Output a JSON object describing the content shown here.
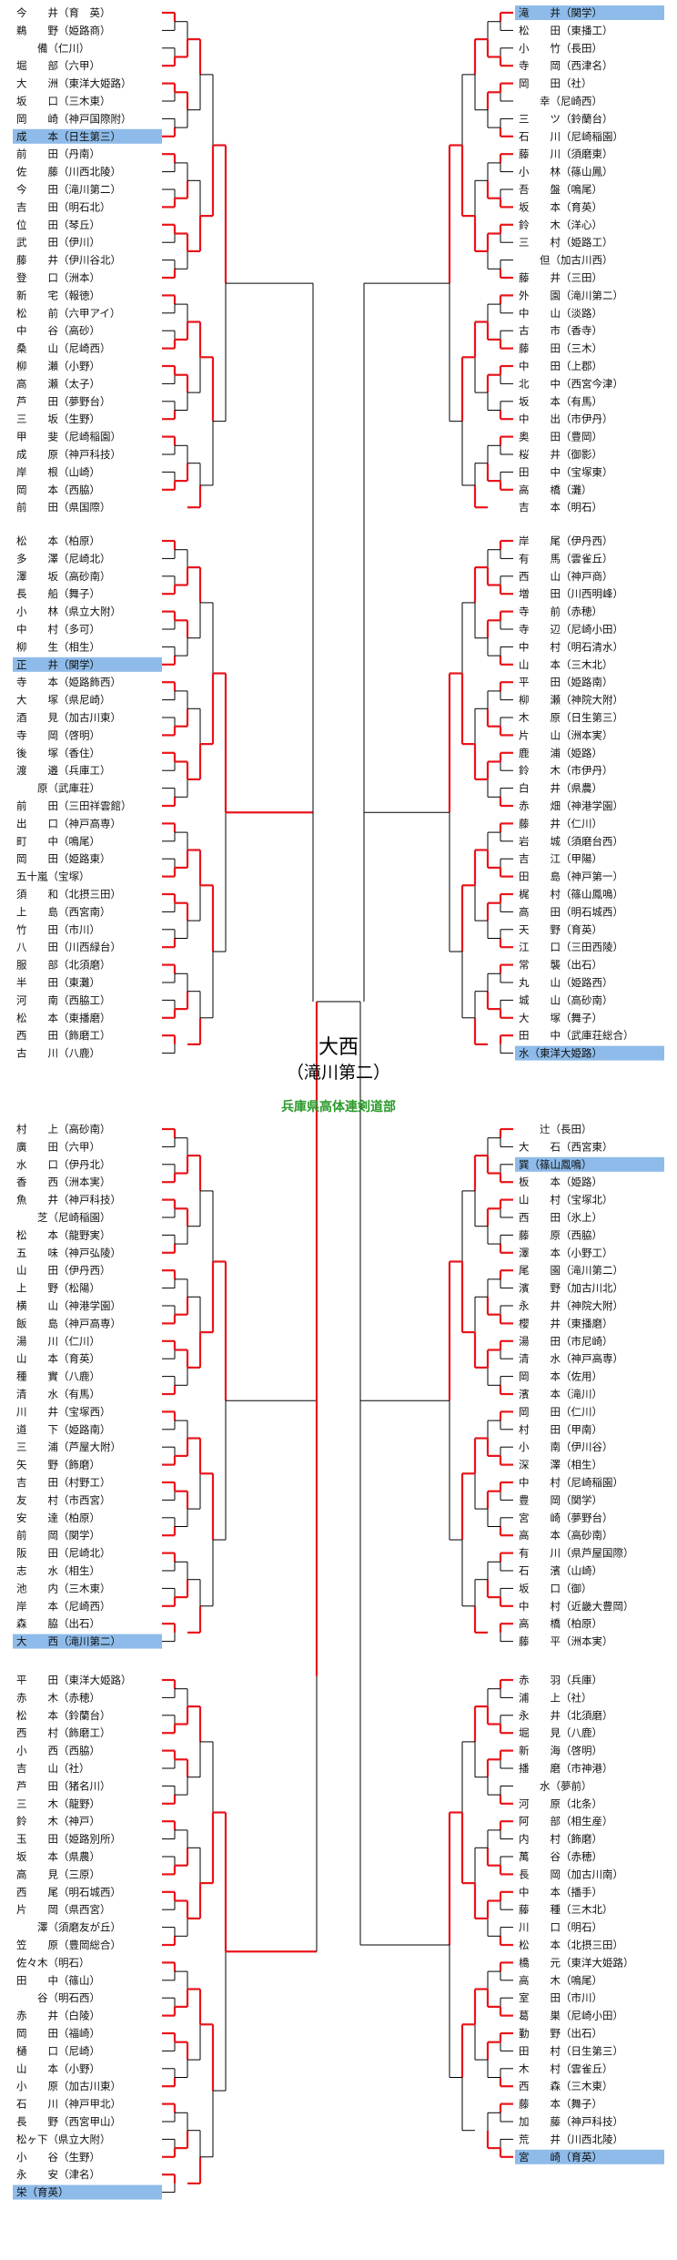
{
  "title": "個人戦トーナメント",
  "champion": {
    "name": "大西",
    "school": "（滝川第二）"
  },
  "organizer": "兵庫県高体連剣道部",
  "colors": {
    "winner_line": "#e8151b",
    "line": "#000000",
    "highlight": "#8ebbe9"
  },
  "left_blocks": [
    [
      {
        "name": "今　　井",
        "school": "育　英"
      },
      {
        "name": "鵜　　野",
        "school": "姫路商"
      },
      {
        "name": "　　備",
        "school": "仁川"
      },
      {
        "name": "堀　　部",
        "school": "六甲"
      },
      {
        "name": "大　　洲",
        "school": "東洋大姫路"
      },
      {
        "name": "坂　　口",
        "school": "三木東"
      },
      {
        "name": "岡　　崎",
        "school": "神戸国際附"
      },
      {
        "name": "成　　本",
        "school": "日生第三",
        "hl": true
      },
      {
        "name": "前　　田",
        "school": "丹南"
      },
      {
        "name": "佐　　藤",
        "school": "川西北陵"
      },
      {
        "name": "今　　田",
        "school": "滝川第二"
      },
      {
        "name": "吉　　田",
        "school": "明石北"
      },
      {
        "name": "位　　田",
        "school": "琴丘"
      },
      {
        "name": "武　　田",
        "school": "伊川"
      },
      {
        "name": "藤　　井",
        "school": "伊川谷北"
      },
      {
        "name": "登　　口",
        "school": "洲本"
      },
      {
        "name": "新　　宅",
        "school": "報徳"
      },
      {
        "name": "松　　前",
        "school": "六甲アイ"
      },
      {
        "name": "中　　谷",
        "school": "高砂"
      },
      {
        "name": "桑　　山",
        "school": "尼崎西"
      },
      {
        "name": "柳　　瀬",
        "school": "小野"
      },
      {
        "name": "高　　瀬",
        "school": "太子"
      },
      {
        "name": "芦　　田",
        "school": "夢野台"
      },
      {
        "name": "三　　坂",
        "school": "生野"
      },
      {
        "name": "甲　　斐",
        "school": "尼崎稲園"
      },
      {
        "name": "成　　原",
        "school": "神戸科技"
      },
      {
        "name": "岸　　根",
        "school": "山崎"
      },
      {
        "name": "岡　　本",
        "school": "西脇"
      },
      {
        "name": "前　　田",
        "school": "県国際"
      }
    ],
    [
      {
        "name": "松　　本",
        "school": "柏原"
      },
      {
        "name": "多　　澤",
        "school": "尼崎北"
      },
      {
        "name": "澤　　坂",
        "school": "高砂南"
      },
      {
        "name": "長　　船",
        "school": "舞子"
      },
      {
        "name": "小　　林",
        "school": "県立大附"
      },
      {
        "name": "中　　村",
        "school": "多可"
      },
      {
        "name": "柳　　生",
        "school": "相生"
      },
      {
        "name": "正　　井",
        "school": "関学",
        "hl": true
      },
      {
        "name": "寺　　本",
        "school": "姫路飾西"
      },
      {
        "name": "大　　塚",
        "school": "県尼崎"
      },
      {
        "name": "酒　　見",
        "school": "加古川東"
      },
      {
        "name": "寺　　岡",
        "school": "啓明"
      },
      {
        "name": "後　　塚",
        "school": "香住"
      },
      {
        "name": "渡　　邉",
        "school": "兵庫工"
      },
      {
        "name": "　　原",
        "school": "武庫荘"
      },
      {
        "name": "前　　田",
        "school": "三田祥雲館"
      },
      {
        "name": "出　　口",
        "school": "神戸高専"
      },
      {
        "name": "町　　中",
        "school": "鳴尾"
      },
      {
        "name": "岡　　田",
        "school": "姫路東"
      },
      {
        "name": "五十嵐",
        "school": "宝塚"
      },
      {
        "name": "須　　和",
        "school": "北摂三田"
      },
      {
        "name": "上　　島",
        "school": "西宮南"
      },
      {
        "name": "竹　　田",
        "school": "市川"
      },
      {
        "name": "八　　田",
        "school": "川西緑台"
      },
      {
        "name": "服　　部",
        "school": "北須磨"
      },
      {
        "name": "半　　田",
        "school": "東灘"
      },
      {
        "name": "河　　南",
        "school": "西脇工"
      },
      {
        "name": "松　　本",
        "school": "東播磨"
      },
      {
        "name": "西　　田",
        "school": "飾磨工"
      },
      {
        "name": "古　　川",
        "school": "八鹿"
      }
    ],
    [
      {
        "name": "村　　上",
        "school": "高砂南"
      },
      {
        "name": "廣　　田",
        "school": "六甲"
      },
      {
        "name": "水　　口",
        "school": "伊丹北"
      },
      {
        "name": "香　　西",
        "school": "洲本実"
      },
      {
        "name": "魚　　井",
        "school": "神戸科技"
      },
      {
        "name": "　　芝",
        "school": "尼崎稲園"
      },
      {
        "name": "松　　本",
        "school": "龍野実"
      },
      {
        "name": "五　　味",
        "school": "神戸弘陵"
      },
      {
        "name": "山　　田",
        "school": "伊丹西"
      },
      {
        "name": "上　　野",
        "school": "松陽"
      },
      {
        "name": "横　　山",
        "school": "神港学園"
      },
      {
        "name": "飯　　島",
        "school": "神戸高専"
      },
      {
        "name": "湯　　川",
        "school": "仁川"
      },
      {
        "name": "山　　本",
        "school": "育英"
      },
      {
        "name": "種　　實",
        "school": "八鹿"
      },
      {
        "name": "清　　水",
        "school": "有馬"
      },
      {
        "name": "川　　井",
        "school": "宝塚西"
      },
      {
        "name": "道　　下",
        "school": "姫路南"
      },
      {
        "name": "三　　浦",
        "school": "芦屋大附"
      },
      {
        "name": "矢　　野",
        "school": "飾磨"
      },
      {
        "name": "吉　　田",
        "school": "村野工"
      },
      {
        "name": "友　　村",
        "school": "市西宮"
      },
      {
        "name": "安　　達",
        "school": "柏原"
      },
      {
        "name": "前　　岡",
        "school": "関学"
      },
      {
        "name": "阪　　田",
        "school": "尼崎北"
      },
      {
        "name": "志　　水",
        "school": "相生"
      },
      {
        "name": "池　　内",
        "school": "三木東"
      },
      {
        "name": "岸　　本",
        "school": "尼崎西"
      },
      {
        "name": "森　　脇",
        "school": "出石"
      },
      {
        "name": "大　　西",
        "school": "滝川第二",
        "hl": true
      }
    ],
    [
      {
        "name": "平　　田",
        "school": "東洋大姫路"
      },
      {
        "name": "赤　　木",
        "school": "赤穂"
      },
      {
        "name": "松　　本",
        "school": "鈴蘭台"
      },
      {
        "name": "西　　村",
        "school": "飾磨工"
      },
      {
        "name": "小　　西",
        "school": "西脇"
      },
      {
        "name": "吉　　山",
        "school": "社"
      },
      {
        "name": "芦　　田",
        "school": "猪名川"
      },
      {
        "name": "三　　木",
        "school": "龍野"
      },
      {
        "name": "鈴　　木",
        "school": "神戸"
      },
      {
        "name": "玉　　田",
        "school": "姫路別所"
      },
      {
        "name": "坂　　本",
        "school": "県農"
      },
      {
        "name": "高　　見",
        "school": "三原"
      },
      {
        "name": "西　　尾",
        "school": "明石城西"
      },
      {
        "name": "片　　岡",
        "school": "県西宮"
      },
      {
        "name": "　　澤",
        "school": "須磨友が丘"
      },
      {
        "name": "笠　　原",
        "school": "豊岡総合"
      },
      {
        "name": "佐々木",
        "school": "明石"
      },
      {
        "name": "田　　中",
        "school": "篠山"
      },
      {
        "name": "　　谷",
        "school": "明石西"
      },
      {
        "name": "赤　　井",
        "school": "白陵"
      },
      {
        "name": "岡　　田",
        "school": "福崎"
      },
      {
        "name": "樋　　口",
        "school": "尼崎"
      },
      {
        "name": "山　　本",
        "school": "小野"
      },
      {
        "name": "小　　原",
        "school": "加古川東"
      },
      {
        "name": "石　　川",
        "school": "神戸甲北"
      },
      {
        "name": "長　　野",
        "school": "西宮甲山"
      },
      {
        "name": "松ヶ下",
        "school": "県立大附"
      },
      {
        "name": "小　　谷",
        "school": "生野"
      },
      {
        "name": "永　　安",
        "school": "津名"
      },
      {
        "name": "栄",
        "school": "育英",
        "hl": true
      }
    ]
  ],
  "right_blocks": [
    [
      {
        "name": "滝　　井",
        "school": "関学",
        "hl": true
      },
      {
        "name": "松　　田",
        "school": "東播工"
      },
      {
        "name": "小　　竹",
        "school": "長田"
      },
      {
        "name": "寺　　岡",
        "school": "西津名"
      },
      {
        "name": "岡　　田",
        "school": "社"
      },
      {
        "name": "　　幸",
        "school": "尼崎西"
      },
      {
        "name": "三　　ツ",
        "school": "鈴蘭台"
      },
      {
        "name": "石　　川",
        "school": "尼崎稲園"
      },
      {
        "name": "藤　　川",
        "school": "須磨東"
      },
      {
        "name": "小　　林",
        "school": "篠山鳳"
      },
      {
        "name": "吾　　盤",
        "school": "鳴尾"
      },
      {
        "name": "坂　　本",
        "school": "育英"
      },
      {
        "name": "鈴　　木",
        "school": "洋心"
      },
      {
        "name": "三　　村",
        "school": "姫路工"
      },
      {
        "name": "　　但",
        "school": "加古川西"
      },
      {
        "name": "藤　　井",
        "school": "三田"
      },
      {
        "name": "外　　園",
        "school": "滝川第二"
      },
      {
        "name": "中　　山",
        "school": "淡路"
      },
      {
        "name": "古　　市",
        "school": "香寺"
      },
      {
        "name": "藤　　田",
        "school": "三木"
      },
      {
        "name": "中　　田",
        "school": "上郡"
      },
      {
        "name": "北　　中",
        "school": "西宮今津"
      },
      {
        "name": "坂　　本",
        "school": "有馬"
      },
      {
        "name": "中　　出",
        "school": "市伊丹"
      },
      {
        "name": "奥　　田",
        "school": "豊岡"
      },
      {
        "name": "桜　　井",
        "school": "御影"
      },
      {
        "name": "田　　中",
        "school": "宝塚東"
      },
      {
        "name": "高　　橋",
        "school": "灘"
      },
      {
        "name": "吉　　本",
        "school": "明石"
      }
    ],
    [
      {
        "name": "岸　　尾",
        "school": "伊丹西"
      },
      {
        "name": "有　　馬",
        "school": "雲雀丘"
      },
      {
        "name": "西　　山",
        "school": "神戸商"
      },
      {
        "name": "増　　田",
        "school": "川西明峰"
      },
      {
        "name": "寺　　前",
        "school": "赤穂"
      },
      {
        "name": "寺　　辺",
        "school": "尼崎小田"
      },
      {
        "name": "中　　村",
        "school": "明石清水"
      },
      {
        "name": "山　　本",
        "school": "三木北"
      },
      {
        "name": "平　　田",
        "school": "姫路南"
      },
      {
        "name": "柳　　瀬",
        "school": "神院大附"
      },
      {
        "name": "木　　原",
        "school": "日生第三"
      },
      {
        "name": "片　　山",
        "school": "洲本実"
      },
      {
        "name": "鹿　　浦",
        "school": "姫路"
      },
      {
        "name": "鈴　　木",
        "school": "市伊丹"
      },
      {
        "name": "白　　井",
        "school": "県農"
      },
      {
        "name": "赤　　畑",
        "school": "神港学園"
      },
      {
        "name": "藤　　井",
        "school": "仁川"
      },
      {
        "name": "岩　　城",
        "school": "須磨台西"
      },
      {
        "name": "吉　　江",
        "school": "甲陽"
      },
      {
        "name": "田　　島",
        "school": "神戸第一"
      },
      {
        "name": "梶　　村",
        "school": "篠山鳳鳴"
      },
      {
        "name": "高　　田",
        "school": "明石城西"
      },
      {
        "name": "天　　野",
        "school": "育英"
      },
      {
        "name": "江　　口",
        "school": "三田西陵"
      },
      {
        "name": "常　　襲",
        "school": "出石"
      },
      {
        "name": "丸　　山",
        "school": "姫路西"
      },
      {
        "name": "城　　山",
        "school": "高砂南"
      },
      {
        "name": "大　　塚",
        "school": "舞子"
      },
      {
        "name": "田　　中",
        "school": "武庫荘総合"
      },
      {
        "name": "水",
        "school": "東洋大姫路",
        "hl": true
      }
    ],
    [
      {
        "name": "　　辻",
        "school": "長田"
      },
      {
        "name": "大　　石",
        "school": "西宮東"
      },
      {
        "name": "巽",
        "school": "篠山鳳鳴",
        "hl": true
      },
      {
        "name": "板　　本",
        "school": "姫路"
      },
      {
        "name": "山　　村",
        "school": "宝塚北"
      },
      {
        "name": "西　　田",
        "school": "氷上"
      },
      {
        "name": "藤　　原",
        "school": "西脇"
      },
      {
        "name": "澤　　本",
        "school": "小野工"
      },
      {
        "name": "尾　　園",
        "school": "滝川第二"
      },
      {
        "name": "濱　　野",
        "school": "加古川北"
      },
      {
        "name": "永　　井",
        "school": "神院大附"
      },
      {
        "name": "櫻　　井",
        "school": "東播磨"
      },
      {
        "name": "湯　　田",
        "school": "市尼崎"
      },
      {
        "name": "清　　水",
        "school": "神戸高専"
      },
      {
        "name": "岡　　本",
        "school": "佐用"
      },
      {
        "name": "濱　　本",
        "school": "滝川"
      },
      {
        "name": "岡　　田",
        "school": "仁川"
      },
      {
        "name": "村　　田",
        "school": "甲南"
      },
      {
        "name": "小　　南",
        "school": "伊川谷"
      },
      {
        "name": "深　　澤",
        "school": "相生"
      },
      {
        "name": "中　　村",
        "school": "尼崎稲園"
      },
      {
        "name": "豊　　岡",
        "school": "関学"
      },
      {
        "name": "宮　　崎",
        "school": "夢野台"
      },
      {
        "name": "高　　本",
        "school": "高砂南"
      },
      {
        "name": "有　　川",
        "school": "県芦屋国際"
      },
      {
        "name": "石　　濱",
        "school": "山崎"
      },
      {
        "name": "坂　　口",
        "school": "御"
      },
      {
        "name": "中　　村",
        "school": "近畿大豊岡"
      },
      {
        "name": "高　　橋",
        "school": "柏原"
      },
      {
        "name": "藤　　平",
        "school": "洲本実"
      }
    ],
    [
      {
        "name": "赤　　羽",
        "school": "兵庫"
      },
      {
        "name": "浦　　上",
        "school": "社"
      },
      {
        "name": "永　　井",
        "school": "北須磨"
      },
      {
        "name": "堀　　見",
        "school": "八鹿"
      },
      {
        "name": "新　　海",
        "school": "啓明"
      },
      {
        "name": "播　　磨",
        "school": "市神港"
      },
      {
        "name": "　　水",
        "school": "夢前"
      },
      {
        "name": "河　　原",
        "school": "北条"
      },
      {
        "name": "阿　　部",
        "school": "相生産"
      },
      {
        "name": "内　　村",
        "school": "飾磨"
      },
      {
        "name": "萬　　谷",
        "school": "赤穂"
      },
      {
        "name": "長　　岡",
        "school": "加古川南"
      },
      {
        "name": "中　　本",
        "school": "播手"
      },
      {
        "name": "藤　　種",
        "school": "三木北"
      },
      {
        "name": "川　　口",
        "school": "明石"
      },
      {
        "name": "松　　本",
        "school": "北摂三田"
      },
      {
        "name": "橋　　元",
        "school": "東洋大姫路"
      },
      {
        "name": "高　　木",
        "school": "鳴尾"
      },
      {
        "name": "室　　田",
        "school": "市川"
      },
      {
        "name": "葛　　巣",
        "school": "尼崎小田"
      },
      {
        "name": "勤　　野",
        "school": "出石"
      },
      {
        "name": "田　　村",
        "school": "日生第三"
      },
      {
        "name": "木　　村",
        "school": "雲雀丘"
      },
      {
        "name": "西　　森",
        "school": "三木東"
      },
      {
        "name": "藤　　本",
        "school": "舞子"
      },
      {
        "name": "加　　藤",
        "school": "神戸科技"
      },
      {
        "name": "荒　　井",
        "school": "川西北陵"
      },
      {
        "name": "宮　　崎",
        "school": "育英",
        "hl": true
      }
    ]
  ]
}
